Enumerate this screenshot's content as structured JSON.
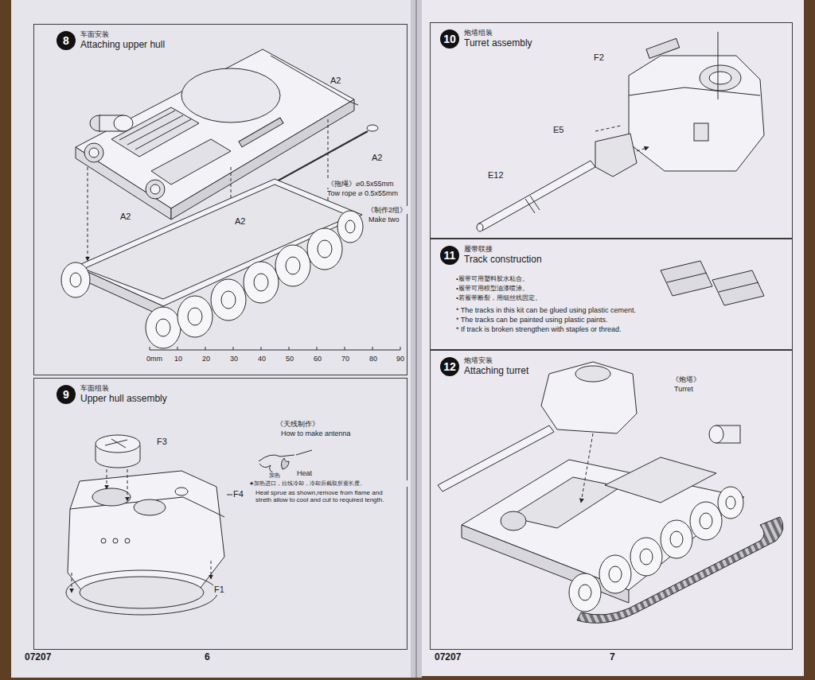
{
  "diagram": {
    "nodes": [
      {
        "text": [
          "车面安装",
          "Attaching upper hull"
        ]
      },
      {
        "text": [
          "8"
        ],
        "in": 0
      },
      {
        "text": [
          "车面组装",
          "Upper hull assembly"
        ]
      },
      {
        "text": [
          "9"
        ],
        "in": 2
      },
      {
        "text": [
          "炮塔组装",
          "Turret assembly"
        ]
      },
      {
        "text": [
          "10"
        ],
        "in": 4
      },
      {
        "text": [
          "履带联接",
          "Track construction"
        ]
      },
      {
        "text": [
          "11"
        ],
        "in": 6
      },
      {
        "text": [
          "炮塔安装",
          "Attaching turret"
        ]
      },
      {
        "text": [
          "12"
        ],
        "in": 8
      }
    ],
    "labels": [
      "A2",
      "A2",
      "A2",
      "A2",
      "《拖绳》⌀0.5x55mm",
      "Tow rope ⌀ 0.5x55mm",
      "《制作2组》",
      "Make two",
      "0mm",
      "10",
      "20",
      "30",
      "40",
      "50",
      "60",
      "70",
      "80",
      "90",
      "F3",
      "F4",
      "F1",
      "《天线制作》",
      "How to make antenna",
      "加热",
      "Heat",
      "★加热进口，拉线冷却，冷却后截取所需长度。",
      "Heat sprue as shown,remove from flame and streth allow to cool and cut to required length.",
      "F2",
      "E5",
      "E12",
      "•履带可用塑料胶水粘合。",
      "•履带可用模型油漆喷涂。",
      "•若履带断裂，用细丝线固定。",
      "* The tracks in this kit can be glued using plastic cement.",
      "* The tracks can be painted using plastic paints.",
      "* If track is broken strengthen with staples or thread.",
      "《炮塔》",
      "Turret",
      "07207",
      "6",
      "07207",
      "7"
    ]
  }
}
